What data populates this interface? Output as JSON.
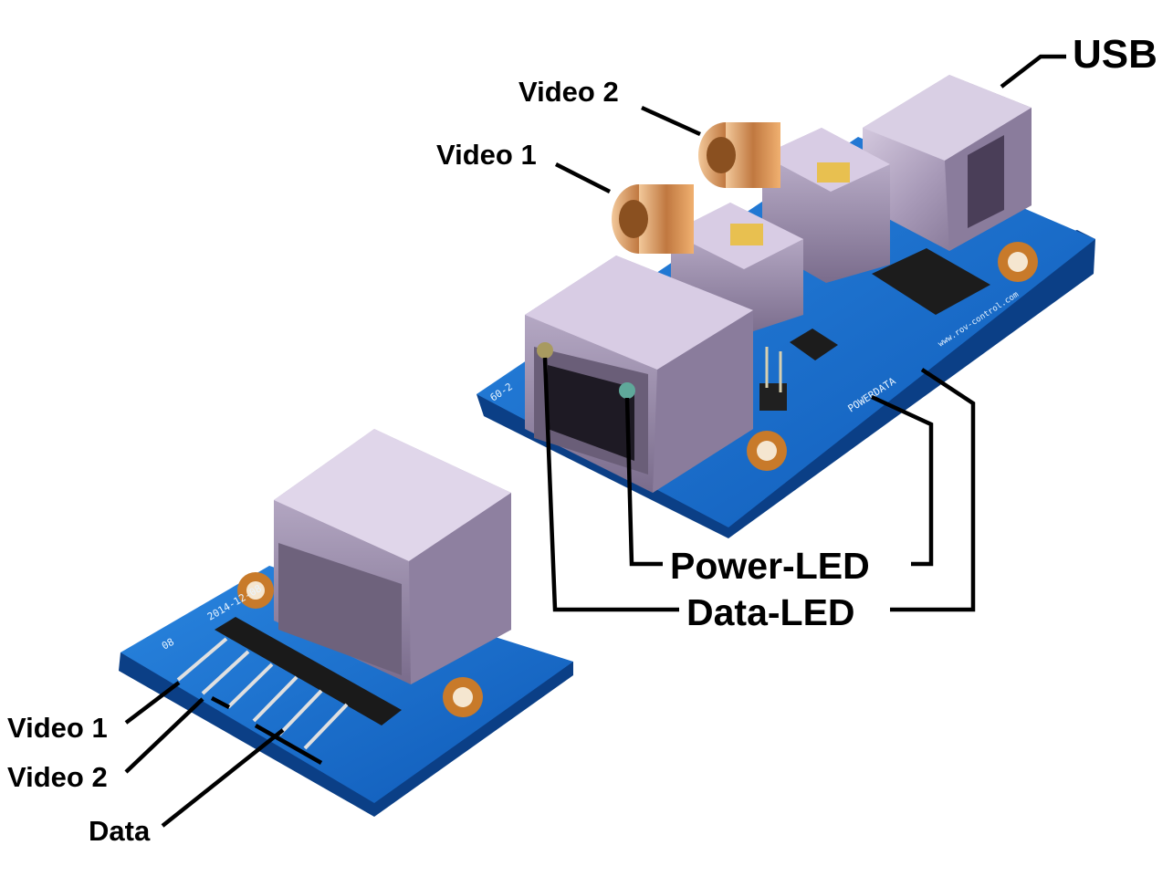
{
  "labels": {
    "usb": "USB",
    "top_video_1": "Video 1",
    "top_video_2": "Video 2",
    "power_led": "Power-LED",
    "data_led": "Data-LED",
    "bottom_video_1": "Video 1",
    "bottom_video_2": "Video 2",
    "bottom_data": "Data"
  },
  "silkscreen": {
    "main_board_date": "60-2",
    "main_board_led_label": "POWERDATA",
    "main_board_url": "www.rov-control.com",
    "small_board_date": "2014-12-08",
    "small_board_id": "08"
  },
  "colors": {
    "pcb": "#1565c0",
    "pcb_edge": "#0b3f86",
    "metal": "#b8a8c8",
    "gold": "#d08a3c",
    "copper_pad": "#c87a2a"
  }
}
